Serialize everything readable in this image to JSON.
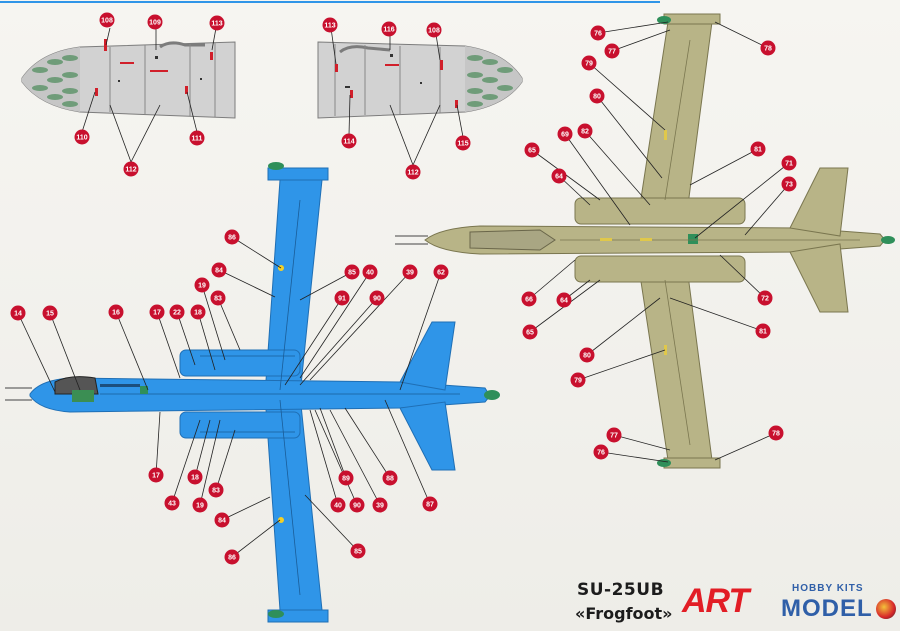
{
  "model": {
    "name": "SU-25UB",
    "nickname": "«Frogfoot»"
  },
  "logo": {
    "art": "ART",
    "hobby_kits": "HOBBY KITS",
    "model": "MODEL"
  },
  "colors": {
    "camo_blue": "#2f95e8",
    "camo_tan": "#b8b487",
    "tank_grey": "#cfcfcf",
    "callout_red": "#c8102e",
    "nose_green": "#2f8f5a"
  },
  "callouts": {
    "top_tank_left": [
      "108",
      "109",
      "113",
      "110",
      "112",
      "111"
    ],
    "top_tank_right": [
      "113",
      "116",
      "108",
      "114",
      "112",
      "115"
    ],
    "blue_view": [
      "86",
      "84",
      "85",
      "40",
      "39",
      "62",
      "19",
      "83",
      "91",
      "90",
      "14",
      "15",
      "16",
      "17",
      "22",
      "18",
      "17",
      "18",
      "43",
      "19",
      "83",
      "84",
      "86",
      "85",
      "40",
      "90",
      "39",
      "89",
      "88",
      "87"
    ],
    "tan_view": [
      "76",
      "77",
      "78",
      "79",
      "80",
      "82",
      "69",
      "65",
      "64",
      "81",
      "71",
      "73",
      "66",
      "64",
      "65",
      "72",
      "81",
      "80",
      "79",
      "77",
      "76",
      "78"
    ]
  }
}
